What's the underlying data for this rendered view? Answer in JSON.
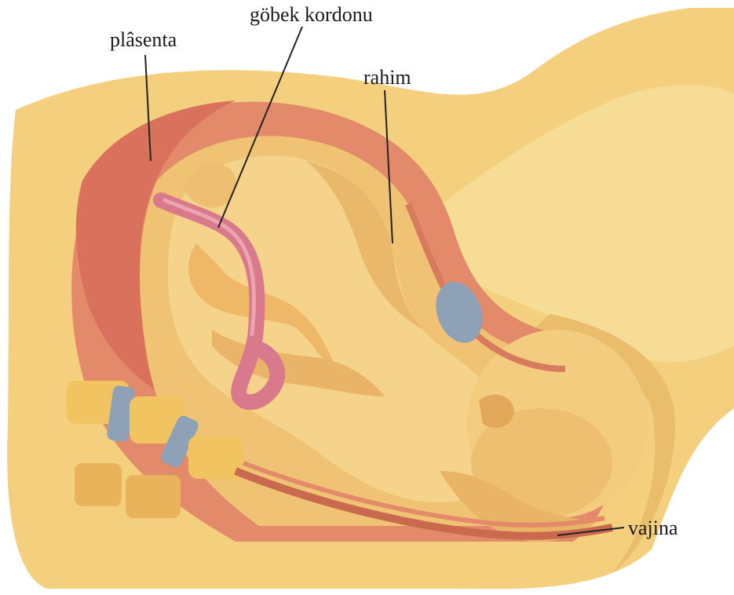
{
  "labels": {
    "plasenta": "plâsenta",
    "gobek_kordonu": "göbek kordonu",
    "rahim": "rahim",
    "vajina": "vajina"
  },
  "colors": {
    "skin": "#f3cf7e",
    "skin_light": "#f7dc95",
    "skin_shadow": "#e0ac5a",
    "uterus_wall": "#e38a6a",
    "uterus_dark": "#c9694e",
    "placenta": "#d9715c",
    "cord": "#d97a8c",
    "bone": "#f2c461",
    "disc": "#8fa1b6",
    "leader_line": "#222222"
  }
}
